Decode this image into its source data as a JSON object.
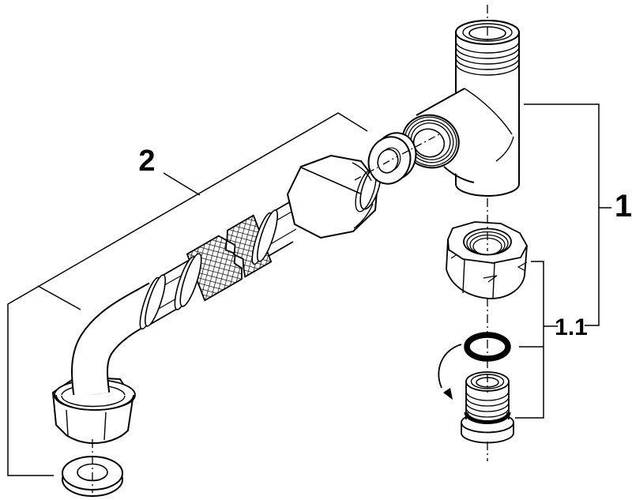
{
  "diagram": {
    "background": "#ffffff",
    "line_color": "#000000",
    "oring_color": "#000000",
    "labels": {
      "part1": "1",
      "part1_1": "1.1",
      "part2": "2"
    }
  }
}
